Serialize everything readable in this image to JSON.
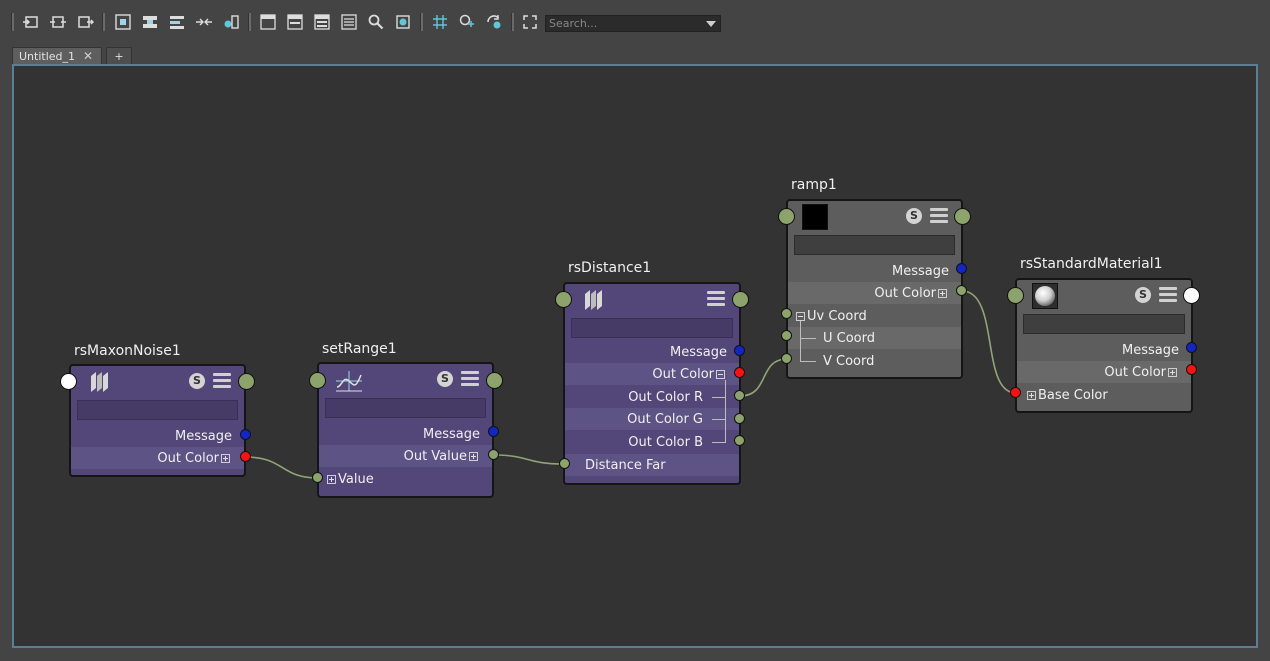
{
  "toolbar": {
    "buttons": [
      {
        "name": "graph-input-icon"
      },
      {
        "name": "graph-input-output-icon"
      },
      {
        "name": "graph-output-icon"
      },
      {
        "name": "frame-selection-icon"
      },
      {
        "name": "align-nodes-icon"
      },
      {
        "name": "align-nodes-alt-icon"
      },
      {
        "name": "attach-icon"
      },
      {
        "name": "connection-icon"
      },
      {
        "name": "show-simple-icon"
      },
      {
        "name": "show-connected-icon"
      },
      {
        "name": "show-full-icon"
      },
      {
        "name": "show-custom-icon"
      },
      {
        "name": "search-icon"
      },
      {
        "name": "render-swatch-icon"
      },
      {
        "name": "grid-icon"
      },
      {
        "name": "snap-icon"
      },
      {
        "name": "refresh-icon"
      },
      {
        "name": "frame-all-icon"
      }
    ],
    "search": {
      "placeholder": "Search..."
    }
  },
  "tabs": [
    {
      "label": "Untitled_1",
      "close": "✕"
    },
    {
      "label": "+"
    }
  ],
  "nodes": {
    "maxon": {
      "title": "rsMaxonNoise1",
      "rows": {
        "message": "Message",
        "out_color": "Out Color"
      }
    },
    "setrange": {
      "title": "setRange1",
      "rows": {
        "message": "Message",
        "out_value": "Out Value",
        "value": "Value"
      }
    },
    "distance": {
      "title": "rsDistance1",
      "rows": {
        "message": "Message",
        "out_color": "Out Color",
        "out_r": "Out Color R",
        "out_g": "Out Color G",
        "out_b": "Out Color B",
        "distance_far": "Distance Far"
      }
    },
    "ramp": {
      "title": "ramp1",
      "rows": {
        "message": "Message",
        "out_color": "Out Color",
        "uv": "Uv Coord",
        "u": "U Coord",
        "v": "V Coord"
      }
    },
    "material": {
      "title": "rsStandardMaterial1",
      "rows": {
        "message": "Message",
        "out_color": "Out Color",
        "base_color": "Base Color"
      }
    }
  },
  "icon_labels": {
    "swatch_s": "S"
  },
  "colors": {
    "node_purple": "#524778",
    "node_grey": "#5d5d5d",
    "port_green": "#8ca36b",
    "port_red": "#ff1010",
    "port_blue": "#1226c8",
    "wire": "#8fa577",
    "canvas_border": "#5c7d93"
  }
}
